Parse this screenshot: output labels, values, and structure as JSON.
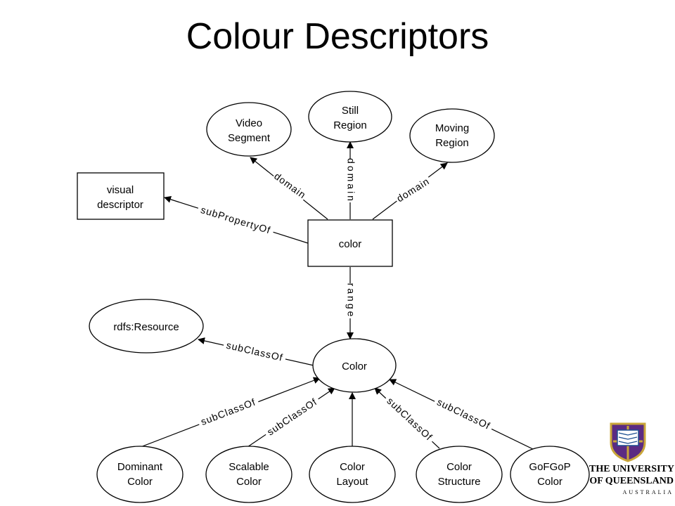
{
  "slide": {
    "title": "Colour Descriptors"
  },
  "nodes": {
    "video_segment": [
      "Video",
      "Segment"
    ],
    "still_region": [
      "Still",
      "Region"
    ],
    "moving_region": [
      "Moving",
      "Region"
    ],
    "visual_descriptor": [
      "visual",
      "descriptor"
    ],
    "color_property": [
      "color"
    ],
    "rdfs_resource": [
      "rdfs:Resource"
    ],
    "color_class": [
      "Color"
    ],
    "dominant_color": [
      "Dominant",
      "Color"
    ],
    "scalable_color": [
      "Scalable",
      "Color"
    ],
    "color_layout": [
      "Color",
      "Layout"
    ],
    "color_structure": [
      "Color",
      "Structure"
    ],
    "gofgop_color": [
      "GoFGoP",
      "Color"
    ]
  },
  "edge_labels": {
    "domain_video": "domain",
    "domain_still": "domain",
    "domain_moving": "domain",
    "sub_property_of": "subPropertyOf",
    "range": "range",
    "subclass_resource": "subClassOf",
    "subclass_dominant": "subClassOf",
    "subclass_scalable": "subClassOf",
    "subclass_structure": "subClassOf",
    "subclass_gofgop": "subClassOf"
  },
  "logo": {
    "line1": "THE UNIVERSITY",
    "line2": "OF QUEENSLAND",
    "line3": "AUSTRALIA",
    "colors": {
      "shield_purple": "#5b2b82",
      "shield_gold": "#c9a63a",
      "shield_blue": "#1d4f91"
    }
  }
}
